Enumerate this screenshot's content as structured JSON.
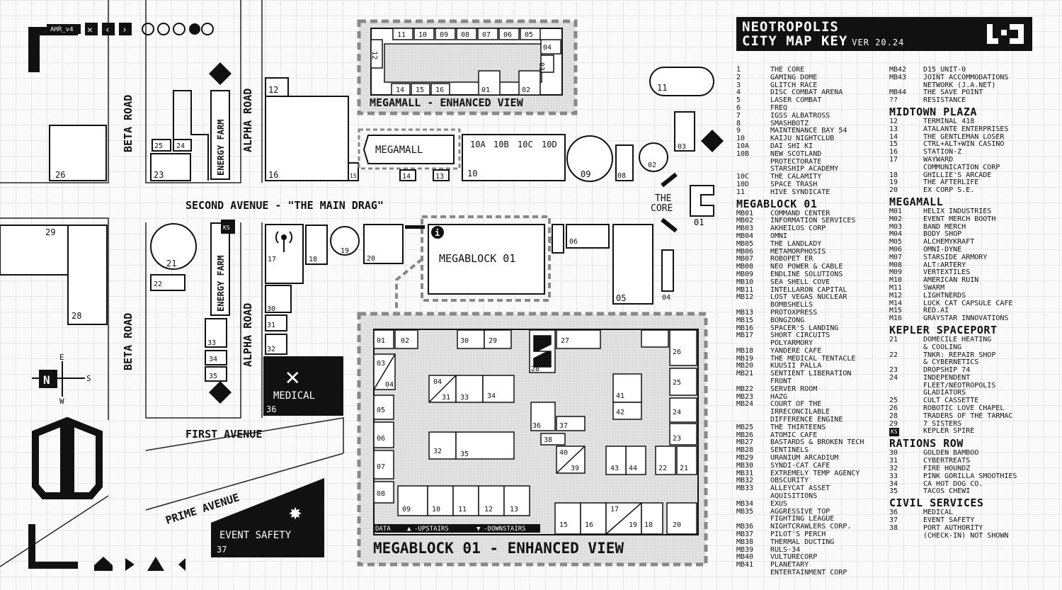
{
  "map": {
    "streets": {
      "second_avenue": "SECOND AVENUE - \"THE MAIN DRAG\"",
      "first_avenue": "FIRST AVENUE",
      "prime_avenue": "PRIME AVENUE",
      "beta_road": "BETA ROAD",
      "alpha_road": "ALPHA ROAD",
      "energy_farm": "ENERGY FARM"
    },
    "badge": "AHR_v4",
    "compass": {
      "n": "N",
      "e": "E",
      "s": "S",
      "w": "W"
    },
    "megamall_label": "MEGAMALL",
    "megamall_enhanced": "MEGAMALL - ENHANCED VIEW",
    "megablock_label": "MEGABLOCK 01",
    "megablock_enhanced": "MEGABLOCK 01 - ENHANCED VIEW",
    "core_label_1": "THE",
    "core_label_2": "CORE",
    "medical_label": "MEDICAL",
    "event_safety_label": "EVENT SAFETY",
    "ks": "KS",
    "legend_bar": {
      "data": "DATA",
      "up": "-UPSTAIRS",
      "down": "-DOWNSTAIRS"
    },
    "megamall_units_top": [
      "11",
      "10",
      "09",
      "08",
      "07",
      "06",
      "05"
    ],
    "megamall_units_bottom": [
      "14",
      "15",
      "16",
      "01",
      "02"
    ],
    "megamall_units_side": [
      "04",
      "03",
      "12"
    ],
    "main_numbers": [
      "26",
      "25",
      "24",
      "23",
      "16",
      "15",
      "14",
      "13",
      "12",
      "10",
      "10A",
      "10B",
      "10C",
      "10D",
      "09",
      "08",
      "02",
      "03",
      "11",
      "01",
      "06",
      "07",
      "05",
      "04",
      "29",
      "28",
      "21",
      "22",
      "17",
      "18",
      "19",
      "20",
      "30",
      "31",
      "32",
      "33",
      "34",
      "35",
      "36",
      "37"
    ],
    "megablock_units": [
      "01",
      "02",
      "03",
      "04",
      "05",
      "06",
      "07",
      "08",
      "09",
      "10",
      "11",
      "12",
      "13",
      "15",
      "16",
      "17",
      "18",
      "19",
      "20",
      "21",
      "22",
      "23",
      "24",
      "25",
      "26",
      "27",
      "28",
      "29",
      "30",
      "31",
      "32",
      "33",
      "34",
      "35",
      "36",
      "37",
      "38",
      "39",
      "40",
      "41",
      "42",
      "43",
      "44"
    ]
  },
  "legend": {
    "title_line1": "NEOTROPOLIS",
    "title_line2": "CITY MAP KEY",
    "version": "VER 20.24",
    "columns": [
      [
        {
          "n": "1",
          "name": "THE CORE"
        },
        {
          "n": "2",
          "name": "GAMING DOME"
        },
        {
          "n": "3",
          "name": "GLITCH RACE"
        },
        {
          "n": "4",
          "name": "DISC COMBAT ARENA"
        },
        {
          "n": "5",
          "name": "LASER COMBAT"
        },
        {
          "n": "6",
          "name": "FREQ"
        },
        {
          "n": "7",
          "name": "IGSS ALBATROSS"
        },
        {
          "n": "8",
          "name": "SMASHBOTZ"
        },
        {
          "n": "9",
          "name": "MAINTENANCE BAY 54"
        },
        {
          "n": "10",
          "name": "KAIJU NIGHTCLUB"
        },
        {
          "n": "10A",
          "name": "DAI SHI KI"
        },
        {
          "n": "10B",
          "name": "NEW SCOTLAND"
        },
        {
          "n": "",
          "name": "PROTECTORATE"
        },
        {
          "n": "",
          "name": "STARSHIP ACADEMY"
        },
        {
          "n": "10C",
          "name": "THE CALAMITY"
        },
        {
          "n": "10D",
          "name": "SPACE TRASH"
        },
        {
          "n": "11",
          "name": "HIVE SYNDICATE"
        },
        {
          "sec": "MEGABLOCK 01"
        },
        {
          "n": "MB01",
          "name": "COMMAND CENTER"
        },
        {
          "n": "MB02",
          "name": "INFORMATION SERVICES"
        },
        {
          "n": "MB03",
          "name": "AKHEILOS CORP"
        },
        {
          "n": "MB04",
          "name": "OMNI"
        },
        {
          "n": "MB05",
          "name": "THE LANDLADY"
        },
        {
          "n": "MB06",
          "name": "METAMORPHOSIS"
        },
        {
          "n": "MB07",
          "name": "ROBOPET ER"
        },
        {
          "n": "MB08",
          "name": "NEO POWER & CABLE"
        },
        {
          "n": "MB09",
          "name": "ENDLINE SOLUTIONS"
        },
        {
          "n": "MB10",
          "name": "SEA SHELL COVE"
        },
        {
          "n": "MB11",
          "name": "INTELLARON CAPITAL"
        },
        {
          "n": "MB12",
          "name": "LOST VEGAS NUCLEAR"
        },
        {
          "n": "",
          "name": "BOMBSHELLS"
        },
        {
          "n": "MB13",
          "name": "PROTOXPRESS"
        },
        {
          "n": "MB15",
          "name": "BONGZONG"
        },
        {
          "n": "MB16",
          "name": "SPACER'S LANDING"
        },
        {
          "n": "MB17",
          "name": "SHORT CIRCUITS"
        },
        {
          "n": "",
          "name": "POLYARMORY"
        },
        {
          "n": "MB18",
          "name": "YANDERE CAFE"
        },
        {
          "n": "MB19",
          "name": "THE MEDICAL TENTACLE"
        },
        {
          "n": "MB20",
          "name": "KUUSII PALLA"
        },
        {
          "n": "MB21",
          "name": "SENTIENT LIBERATION"
        },
        {
          "n": "",
          "name": "FRONT"
        },
        {
          "n": "MB22",
          "name": "SERVER ROOM"
        },
        {
          "n": "MB23",
          "name": "HAZG"
        },
        {
          "n": "MB24",
          "name": "COURT OF THE"
        },
        {
          "n": "",
          "name": "IRRECONCILABLE"
        },
        {
          "n": "",
          "name": "DIFFERENCE ENGINE"
        },
        {
          "n": "MB25",
          "name": "THE THIRTEENS"
        },
        {
          "n": "MB26",
          "name": "ATOMIC CAFE"
        },
        {
          "n": "MB27",
          "name": "BASTARDS & BROKEN TECH"
        },
        {
          "n": "MB28",
          "name": "SENTINELS"
        },
        {
          "n": "MB29",
          "name": "URANIUM ARCADIUM"
        },
        {
          "n": "MB30",
          "name": "SYNDI-CAT CAFE"
        },
        {
          "n": "MB31",
          "name": "EXTREMELY TEMP AGENCY"
        },
        {
          "n": "MB32",
          "name": "OBSCURITY"
        },
        {
          "n": "MB33",
          "name": "ALLEYCAT ASSET"
        },
        {
          "n": "",
          "name": "AQUISITIONS"
        },
        {
          "n": "MB34",
          "name": "EXUS"
        },
        {
          "n": "MB35",
          "name": "AGGRESSIVE TOP"
        },
        {
          "n": "",
          "name": "FIGHTING LEAGUE"
        },
        {
          "n": "MB36",
          "name": "NIGHTCRAWLERS CORP."
        },
        {
          "n": "MB37",
          "name": "PILOT'S PERCH"
        },
        {
          "n": "MB38",
          "name": "THERMAL DUCTING"
        },
        {
          "n": "MB39",
          "name": "RULS-34"
        },
        {
          "n": "MB40",
          "name": "VULTURECORP"
        },
        {
          "n": "MB41",
          "name": "PLANETARY"
        },
        {
          "n": "",
          "name": "ENTERTAINMENT CORP"
        }
      ],
      [
        {
          "n": "MB42",
          "name": "D15_UNIT-0"
        },
        {
          "n": "MB43",
          "name": "JOINT ACCOMMODATIONS"
        },
        {
          "n": "",
          "name": "NETWORK (J.A.NET)"
        },
        {
          "n": "MB44",
          "name": "THE SAVE POINT"
        },
        {
          "n": "??",
          "name": "RESISTANCE"
        },
        {
          "sec": "MIDTOWN PLAZA"
        },
        {
          "n": "12",
          "name": "TERMINAL 418"
        },
        {
          "n": "13",
          "name": "ATALANTE ENTERPRISES"
        },
        {
          "n": "14",
          "name": "THE GENTLEMAN LOSER"
        },
        {
          "n": "15",
          "name": "CTRL+ALT+WIN CASINO"
        },
        {
          "n": "16",
          "name": "STATION-Z"
        },
        {
          "n": "17",
          "name": "WAYWARD"
        },
        {
          "n": "",
          "name": "COMMUNICATION CORP"
        },
        {
          "n": "18",
          "name": "GHILLIE'S ARCADE"
        },
        {
          "n": "19",
          "name": "THE AFTERLIFE"
        },
        {
          "n": "20",
          "name": "EX CORP S.E."
        },
        {
          "sec": "MEGAMALL"
        },
        {
          "n": "M01",
          "name": "HELIX INDUSTRIES"
        },
        {
          "n": "M02",
          "name": "EVENT MERCH BOOTH"
        },
        {
          "n": "M03",
          "name": "BAND MERCH"
        },
        {
          "n": "M04",
          "name": "BODY SHOP"
        },
        {
          "n": "M05",
          "name": "ALCHEMYKRAFT"
        },
        {
          "n": "M06",
          "name": "OMNI-DYNE"
        },
        {
          "n": "M07",
          "name": "STARSIDE ARMORY"
        },
        {
          "n": "M08",
          "name": "ALT:ARTERY"
        },
        {
          "n": "M09",
          "name": "VERTEXTILES"
        },
        {
          "n": "M10",
          "name": "AMERICAN RUIN"
        },
        {
          "n": "M11",
          "name": "SWARM"
        },
        {
          "n": "M12",
          "name": "LIGHTNERDS"
        },
        {
          "n": "M14",
          "name": "LUCK CAT CAPSULE CAFE"
        },
        {
          "n": "M15",
          "name": "RED.AI"
        },
        {
          "n": "M16",
          "name": "GRAYSTAR INNOVATIONS"
        },
        {
          "sec": "KEPLER SPACEPORT"
        },
        {
          "n": "21",
          "name": "DOMECILE HEATING"
        },
        {
          "n": "",
          "name": "& COOLING"
        },
        {
          "n": "22",
          "name": "TNKR: REPAIR SHOP"
        },
        {
          "n": "",
          "name": "& CYBERNETICS"
        },
        {
          "n": "23",
          "name": "DROPSHIP 74"
        },
        {
          "n": "24",
          "name": "INDEPENDENT"
        },
        {
          "n": "",
          "name": "FLEET/NEOTROPOLIS"
        },
        {
          "n": "",
          "name": "GLADIATORS"
        },
        {
          "n": "25",
          "name": "CULT CASSETTE"
        },
        {
          "n": "26",
          "name": "ROBOTIC LOVE CHAPEL"
        },
        {
          "n": "28",
          "name": "TRADERS OF THE TARMAC"
        },
        {
          "n": "29",
          "name": "7 SISTERS"
        },
        {
          "n": "KS",
          "name": "KEPLER SPIRE",
          "box": true
        },
        {
          "sec": "RATIONS ROW"
        },
        {
          "n": "30",
          "name": "GOLDEN BAMBOO"
        },
        {
          "n": "31",
          "name": "CYBERTREATS"
        },
        {
          "n": "32",
          "name": "FIRE HOUNDZ"
        },
        {
          "n": "33",
          "name": "PINK GORILLA SMOOTHIES"
        },
        {
          "n": "34",
          "name": "CA HOT DOG CO."
        },
        {
          "n": "35",
          "name": "TACOS CHEWI"
        },
        {
          "sec": "CIVIL SERVICES"
        },
        {
          "n": "36",
          "name": "MEDICAL"
        },
        {
          "n": "37",
          "name": "EVENT SAFETY"
        },
        {
          "n": "38",
          "name": "PORT AUTHORITY"
        },
        {
          "n": "",
          "name": "(CHECK-IN) NOT SHOWN"
        }
      ]
    ]
  }
}
